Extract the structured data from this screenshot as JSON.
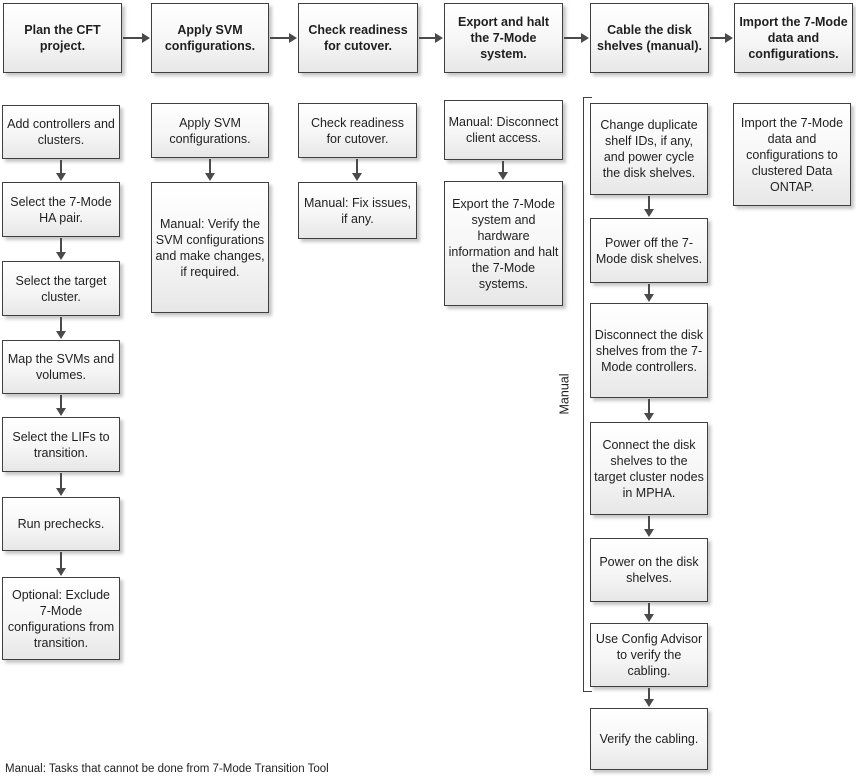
{
  "flow": {
    "headers": [
      "Plan the CFT project.",
      "Apply SVM configurations.",
      "Check readiness for cutover.",
      "Export and halt the 7-Mode system.",
      "Cable the disk shelves (manual).",
      "Import the 7-Mode data and configurations."
    ],
    "steps": [
      [
        "Add controllers and clusters.",
        "Select the 7-Mode HA pair.",
        "Select the target cluster.",
        "Map the SVMs and volumes.",
        "Select the LIFs to transition.",
        "Run prechecks.",
        "Optional: Exclude 7-Mode configurations from transition."
      ],
      [
        "Apply SVM configurations.",
        "Manual: Verify the SVM configurations and make changes, if required."
      ],
      [
        "Check readiness for cutover.",
        "Manual: Fix issues, if any."
      ],
      [
        "Manual: Disconnect client access.",
        "Export the 7-Mode system and hardware information and halt the 7-Mode systems."
      ],
      [
        "Change duplicate shelf IDs, if any, and power cycle the disk shelves.",
        "Power off the 7-Mode disk shelves.",
        "Disconnect the disk shelves from the 7-Mode controllers.",
        "Connect the disk shelves to the target cluster nodes in MPHA.",
        "Power on the disk shelves.",
        "Use Config Advisor to verify the cabling.",
        "Verify the cabling."
      ],
      [
        "Import the 7-Mode data and configurations to clustered Data ONTAP."
      ]
    ],
    "bracket_label": "Manual",
    "footnote": "Manual: Tasks that cannot be done from 7-Mode Transition Tool",
    "colors": {
      "box_border": "#3f3f3f",
      "box_fill_top": "#ffffff",
      "box_fill_bottom": "#e7e7e7",
      "arrow": "#4a4a4a",
      "text": "#1f1f1f",
      "background": "#ffffff"
    }
  }
}
